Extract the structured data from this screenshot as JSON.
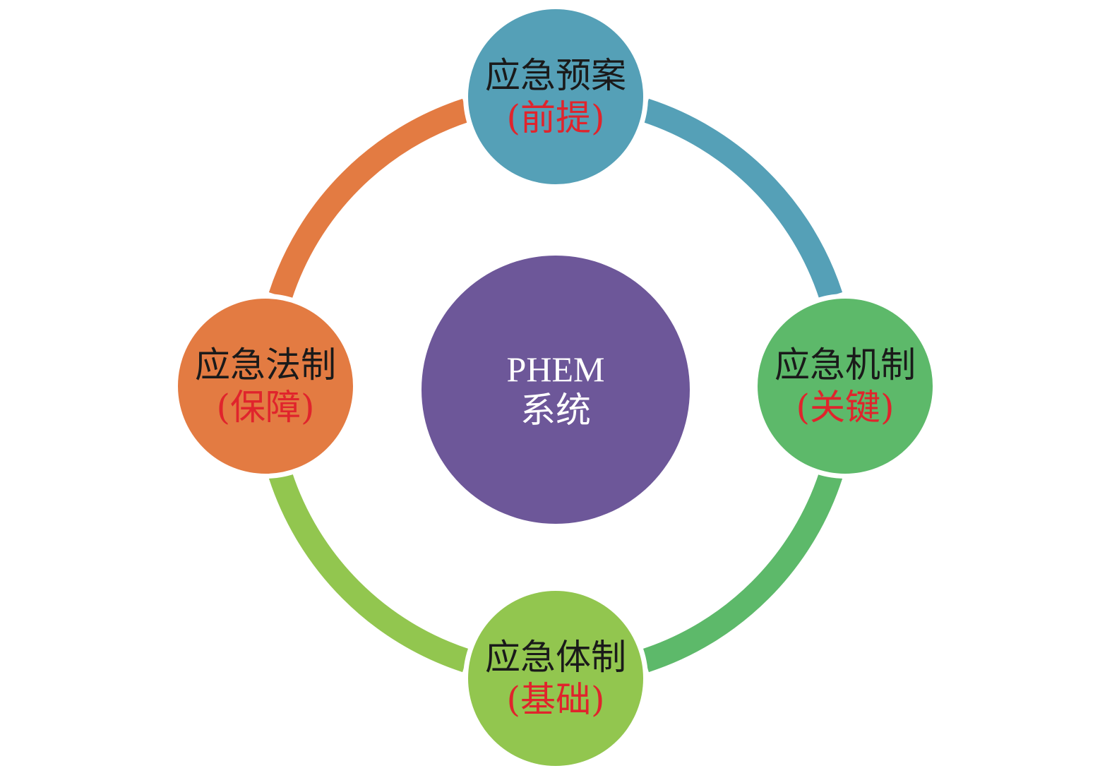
{
  "colors": {
    "plan": "#55a0b7",
    "mechanism": "#5db96a",
    "system": "#92c64f",
    "law": "#e37b42",
    "center": "#6d5799",
    "sub_text": "#e0242c",
    "title_text": "#1a1a1a",
    "center_text": "#ffffff"
  },
  "center": {
    "line1": "PHEM",
    "line2": "系统"
  },
  "nodes": {
    "top": {
      "title": "应急预案",
      "sub": "(前提)"
    },
    "right": {
      "title": "应急机制",
      "sub": "(关键)"
    },
    "bottom": {
      "title": "应急体制",
      "sub": "(基础)"
    },
    "left": {
      "title": "应急法制",
      "sub": "(保障)"
    }
  }
}
